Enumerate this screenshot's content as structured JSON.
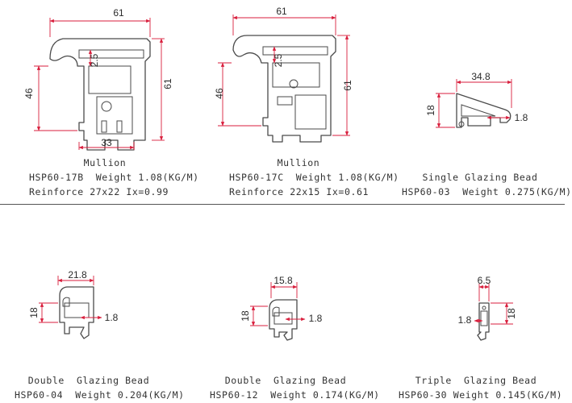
{
  "colors": {
    "dimension": "#d81e3c",
    "profile": "#4a4a4a",
    "fill": "#ffffff",
    "text": "#333333"
  },
  "top": [
    {
      "dims": {
        "width": "61",
        "height_left": "46",
        "height_right": "61",
        "inner": "2.5",
        "bottom": "33"
      },
      "caption": {
        "name": "Mullion",
        "line1": "HSP60-17B  Weight 1.08(KG/M)",
        "line2": "Reinforce 27x22 Ix=0.99"
      }
    },
    {
      "dims": {
        "width": "61",
        "height_left": "46",
        "height_right": "61",
        "inner": "2.5"
      },
      "caption": {
        "name": "Mullion",
        "line1": "HSP60-17C  Weight 1.08(KG/M)",
        "line2": "Reinforce 22x15 Ix=0.61"
      }
    },
    {
      "dims": {
        "width": "34.8",
        "height": "18",
        "lip": "1.8"
      },
      "caption": {
        "name": "Single Glazing Bead",
        "line1": "HSP60-03  Weight 0.275(KG/M)"
      }
    }
  ],
  "bottom": [
    {
      "dims": {
        "width": "21.8",
        "height": "18",
        "lip": "1.8"
      },
      "caption": {
        "name": "Double  Glazing Bead",
        "line1": "HSP60-04  Weight 0.204(KG/M)"
      }
    },
    {
      "dims": {
        "width": "15.8",
        "height": "18",
        "lip": "1.8"
      },
      "caption": {
        "name": "Double  Glazing Bead",
        "line1": "HSP60-12  Weight 0.174(KG/M)"
      }
    },
    {
      "dims": {
        "width": "6.5",
        "height": "18",
        "lip": "1.8"
      },
      "caption": {
        "name": "Triple  Glazing Bead",
        "line1": "HSP60-30 Weight 0.145(KG/M)"
      }
    }
  ]
}
